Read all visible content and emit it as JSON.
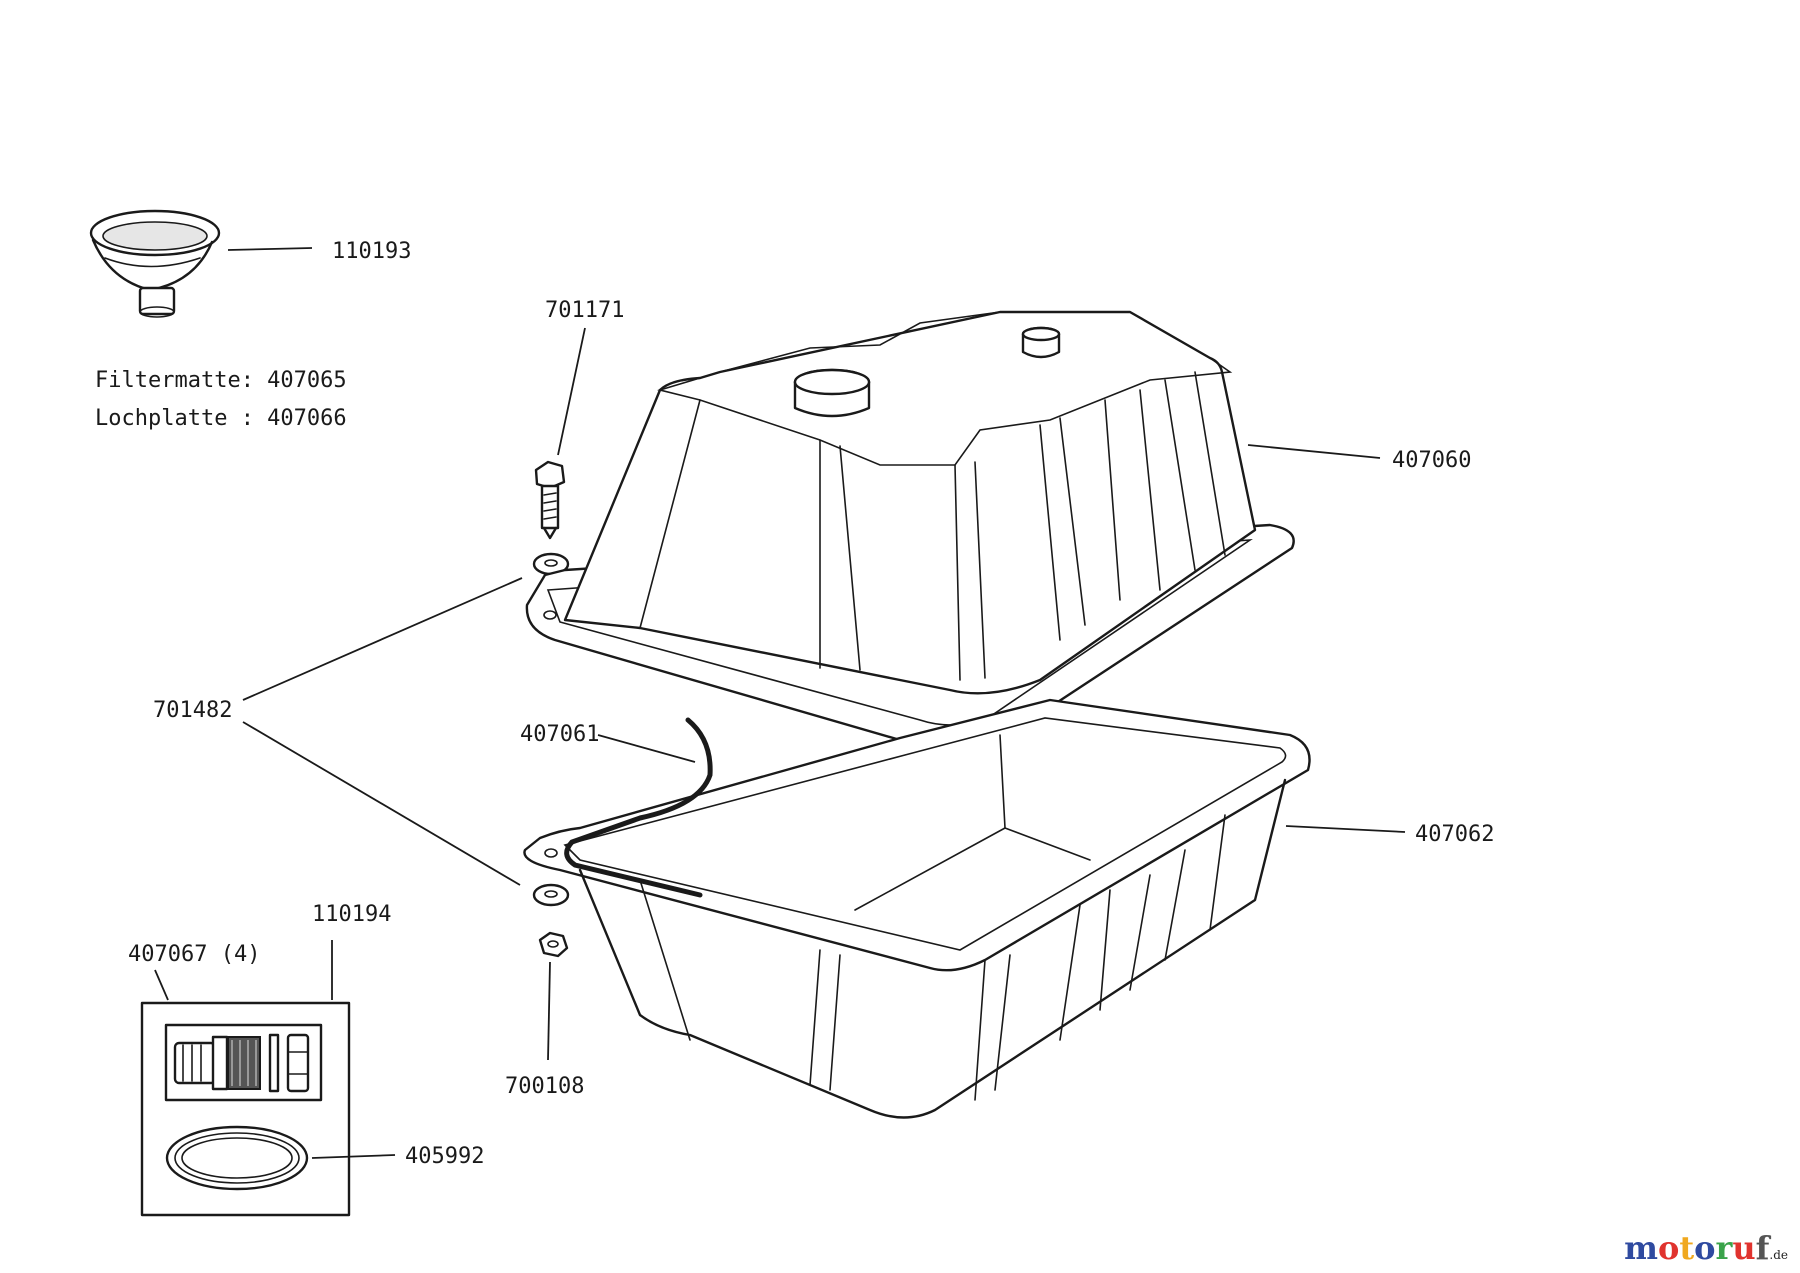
{
  "part_numbers": {
    "funnel": "110193",
    "bolt": "701171",
    "tank_top": "407060",
    "washer": "701482",
    "hose": "407061",
    "tank_bottom": "407062",
    "kit": "110194",
    "kit_fitting": "407067 (4)",
    "nut": "700108",
    "gasket_ring": "405992"
  },
  "notes": {
    "filtermatte": "Filtermatte: 407065",
    "lochplatte": "Lochplatte : 407066"
  },
  "watermark": {
    "text": "moto",
    "text2": "ruf",
    "suffix": ".de",
    "colors": [
      "#2f4aa0",
      "#e0332e",
      "#f0a81e",
      "#2f4aa0",
      "#3aa34a",
      "#e0332e",
      "#555555"
    ]
  }
}
